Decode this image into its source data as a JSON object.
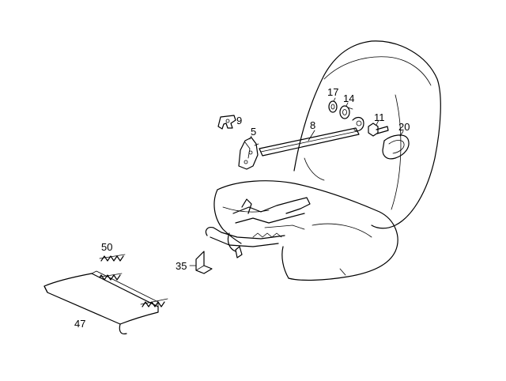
{
  "labels": {
    "p9": "9",
    "p5": "5",
    "p8": "8",
    "p17": "17",
    "p14": "14",
    "p11": "11",
    "p20": "20",
    "p50": "50",
    "p35": "35",
    "p47": "47"
  }
}
